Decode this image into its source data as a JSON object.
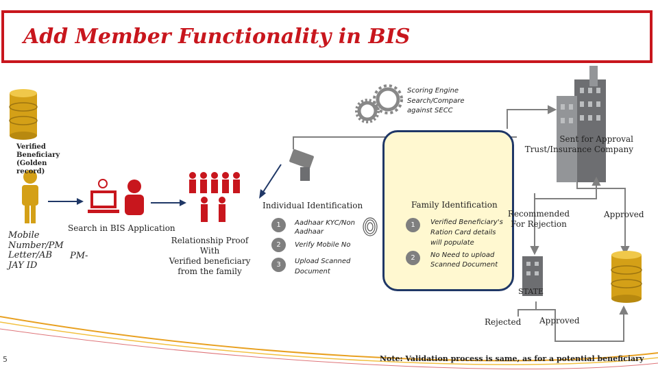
{
  "title": "Add Member Functionality in BIS",
  "scoring_engine": [
    "Scoring Engine",
    "Search/Compare",
    "against SECC"
  ],
  "sent_for_approval": [
    "Sent for Approval",
    "Trust/Insurance Company"
  ],
  "verified_beneficiary": [
    "Verified",
    "Beneficiary",
    "(Golden",
    "record)"
  ],
  "mobile_block": [
    "Mobile",
    "Number/PM",
    "Letter/AB",
    "JAY ID"
  ],
  "pm_fragment": "PM-",
  "search_app": "Search in BIS Application",
  "relationship_proof": [
    "Relationship Proof",
    "With",
    "Verified beneficiary",
    "from the family"
  ],
  "individual_identification": {
    "heading": "Individual Identification",
    "steps": [
      {
        "num": "1",
        "lines": [
          "Aadhaar KYC/Non",
          "Aadhaar"
        ]
      },
      {
        "num": "2",
        "lines": [
          "Verify Mobile No"
        ]
      },
      {
        "num": "3",
        "lines": [
          "Upload Scanned",
          "Document"
        ]
      }
    ]
  },
  "family_identification": {
    "heading": "Family Identification",
    "steps": [
      {
        "num": "1",
        "lines": [
          "Verified Beneficiary's",
          "Ration Card details",
          "will populate"
        ]
      },
      {
        "num": "2",
        "lines": [
          "No Need to upload",
          "Scanned Document"
        ]
      }
    ]
  },
  "recommended_for_rejection": [
    "Recommended",
    "For Rejection"
  ],
  "approved_right": "Approved",
  "state_label": "STATE",
  "rejected": "Rejected",
  "approved_bottom": "Approved",
  "page_number": "5",
  "note": "Note: Validation process is same, as for a potential beneficiary",
  "colors": {
    "brand_red": "#c8161d",
    "box_navy": "#1f3766",
    "box_fill": "#fff8d0",
    "db_gold": "#d4a017",
    "arrow": "#7f7f7f",
    "curve_orange": "#e8a020"
  }
}
